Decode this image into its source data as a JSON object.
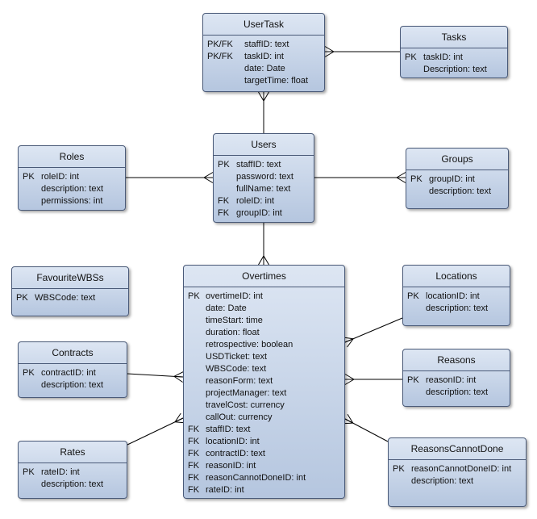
{
  "entities": [
    {
      "id": "usertask",
      "name": "UserTask",
      "key_width": 46,
      "attributes": [
        {
          "key": "PK/FK",
          "name": "staffID: text"
        },
        {
          "key": "PK/FK",
          "name": "taskID: int"
        },
        {
          "key": "",
          "name": "date: Date"
        },
        {
          "key": "",
          "name": "targetTime: float"
        }
      ]
    },
    {
      "id": "tasks",
      "name": "Tasks",
      "key_width": 23,
      "attributes": [
        {
          "key": "PK",
          "name": "taskID: int"
        },
        {
          "key": "",
          "name": "Description: text"
        }
      ]
    },
    {
      "id": "roles",
      "name": "Roles",
      "key_width": 23,
      "attributes": [
        {
          "key": "PK",
          "name": "roleID: int"
        },
        {
          "key": "",
          "name": "description: text"
        },
        {
          "key": "",
          "name": "permissions: int"
        }
      ]
    },
    {
      "id": "users",
      "name": "Users",
      "key_width": 23,
      "attributes": [
        {
          "key": "PK",
          "name": "staffID: text"
        },
        {
          "key": "",
          "name": "password: text"
        },
        {
          "key": "",
          "name": "fullName: text"
        },
        {
          "key": "FK",
          "name": "roleID: int"
        },
        {
          "key": "FK",
          "name": "groupID: int"
        }
      ]
    },
    {
      "id": "groups",
      "name": "Groups",
      "key_width": 23,
      "attributes": [
        {
          "key": "PK",
          "name": "groupID: int"
        },
        {
          "key": "",
          "name": "description: text"
        }
      ]
    },
    {
      "id": "favouritewbss",
      "name": "FavouriteWBSs",
      "key_width": 23,
      "attributes": [
        {
          "key": "PK",
          "name": "WBSCode: text"
        }
      ]
    },
    {
      "id": "overtimes",
      "name": "Overtimes",
      "key_width": 22,
      "attributes": [
        {
          "key": "PK",
          "name": "overtimeID: int"
        },
        {
          "key": "",
          "name": "date: Date"
        },
        {
          "key": "",
          "name": "timeStart: time"
        },
        {
          "key": "",
          "name": "duration: float"
        },
        {
          "key": "",
          "name": "retrospective: boolean"
        },
        {
          "key": "",
          "name": "USDTicket: text"
        },
        {
          "key": "",
          "name": "WBSCode: text"
        },
        {
          "key": "",
          "name": "reasonForm: text"
        },
        {
          "key": "",
          "name": "projectManager: text"
        },
        {
          "key": "",
          "name": "travelCost: currency"
        },
        {
          "key": "",
          "name": "callOut: currency"
        },
        {
          "key": "FK",
          "name": "staffID: text"
        },
        {
          "key": "FK",
          "name": "locationID: int"
        },
        {
          "key": "FK",
          "name": "contractID: text"
        },
        {
          "key": "FK",
          "name": "reasonID: int"
        },
        {
          "key": "FK",
          "name": "reasonCannotDoneID: int"
        },
        {
          "key": "FK",
          "name": "rateID: int"
        }
      ]
    },
    {
      "id": "locations",
      "name": "Locations",
      "key_width": 23,
      "attributes": [
        {
          "key": "PK",
          "name": "locationID: int"
        },
        {
          "key": "",
          "name": "description: text"
        }
      ]
    },
    {
      "id": "contracts",
      "name": "Contracts",
      "key_width": 23,
      "attributes": [
        {
          "key": "PK",
          "name": "contractID: int"
        },
        {
          "key": "",
          "name": "description: text"
        }
      ]
    },
    {
      "id": "reasons",
      "name": "Reasons",
      "key_width": 23,
      "attributes": [
        {
          "key": "PK",
          "name": "reasonID: int"
        },
        {
          "key": "",
          "name": "description: text"
        }
      ]
    },
    {
      "id": "rates",
      "name": "Rates",
      "key_width": 23,
      "attributes": [
        {
          "key": "PK",
          "name": "rateID: int"
        },
        {
          "key": "",
          "name": "description: text"
        }
      ]
    },
    {
      "id": "reasonscannotdone",
      "name": "ReasonsCannotDone",
      "key_width": 23,
      "attributes": [
        {
          "key": "PK",
          "name": "reasonCannotDoneID: int"
        },
        {
          "key": "",
          "name": "description: text"
        }
      ]
    }
  ],
  "relationships": [
    {
      "from": "usertask",
      "to": "tasks",
      "many_end": "from"
    },
    {
      "from": "usertask",
      "to": "users",
      "many_end": "from"
    },
    {
      "from": "roles",
      "to": "users",
      "many_end": "to"
    },
    {
      "from": "users",
      "to": "groups",
      "many_end": "to"
    },
    {
      "from": "users",
      "to": "overtimes",
      "many_end": "to"
    },
    {
      "from": "locations",
      "to": "overtimes",
      "many_end": "to"
    },
    {
      "from": "contracts",
      "to": "overtimes",
      "many_end": "to"
    },
    {
      "from": "reasons",
      "to": "overtimes",
      "many_end": "to"
    },
    {
      "from": "rates",
      "to": "overtimes",
      "many_end": "to"
    },
    {
      "from": "reasonscannotdone",
      "to": "overtimes",
      "many_end": "to"
    }
  ],
  "colors": {
    "line": "#000000",
    "border": "#4a5a78",
    "fill_top": "#dde6f3",
    "fill_bottom": "#b5c6df"
  }
}
